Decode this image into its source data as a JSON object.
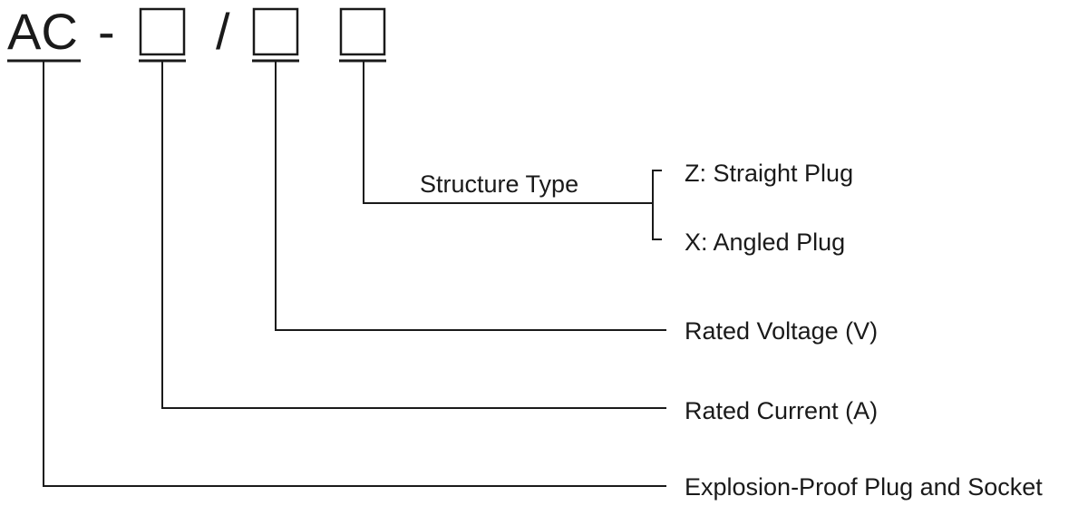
{
  "code": {
    "prefix": "AC",
    "dash": "-",
    "slash": "/"
  },
  "labels": {
    "structure_type": "Structure Type",
    "straight_plug": "Z: Straight Plug",
    "angled_plug": "X: Angled Plug",
    "rated_voltage": "Rated Voltage (V)",
    "rated_current": "Rated Current (A)",
    "product": "Explosion-Proof Plug and Socket"
  },
  "colors": {
    "ink": "#1a1a1a",
    "background": "#ffffff"
  }
}
